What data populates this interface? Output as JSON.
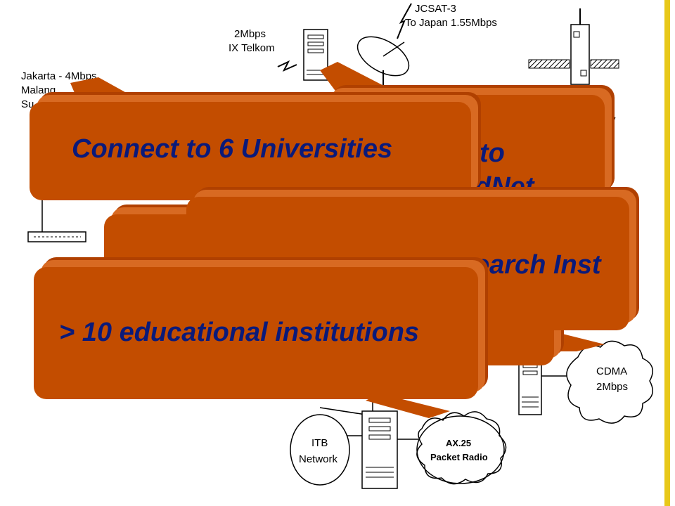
{
  "diagram": {
    "labels": {
      "jcsat": "JCSAT-3",
      "japan": "To Japan 1.55Mbps",
      "two_mbps": "2Mbps",
      "ix_telkom": "IX Telkom",
      "jakarta": "Jakarta - 4Mbps",
      "malang": "Malang",
      "su": "Su",
      "cdma_1": "CDMA",
      "cdma_2": "2Mbps",
      "itb_1": "ITB",
      "itb_2": "Network",
      "ax25_1": "AX.25",
      "ax25_2": "Packet Radio",
      "partial_right": "y"
    }
  },
  "callouts": [
    {
      "text": "Connect to 6 Universities"
    },
    {
      "text": "on to"
    },
    {
      "text": "dNet"
    },
    {
      "text": "earch Inst"
    },
    {
      "text": "> 10 educational institutions"
    }
  ],
  "colors": {
    "callout_fill": "#c34d00",
    "callout_text": "#0a1a7a",
    "accent_bar": "#e8c81a"
  }
}
